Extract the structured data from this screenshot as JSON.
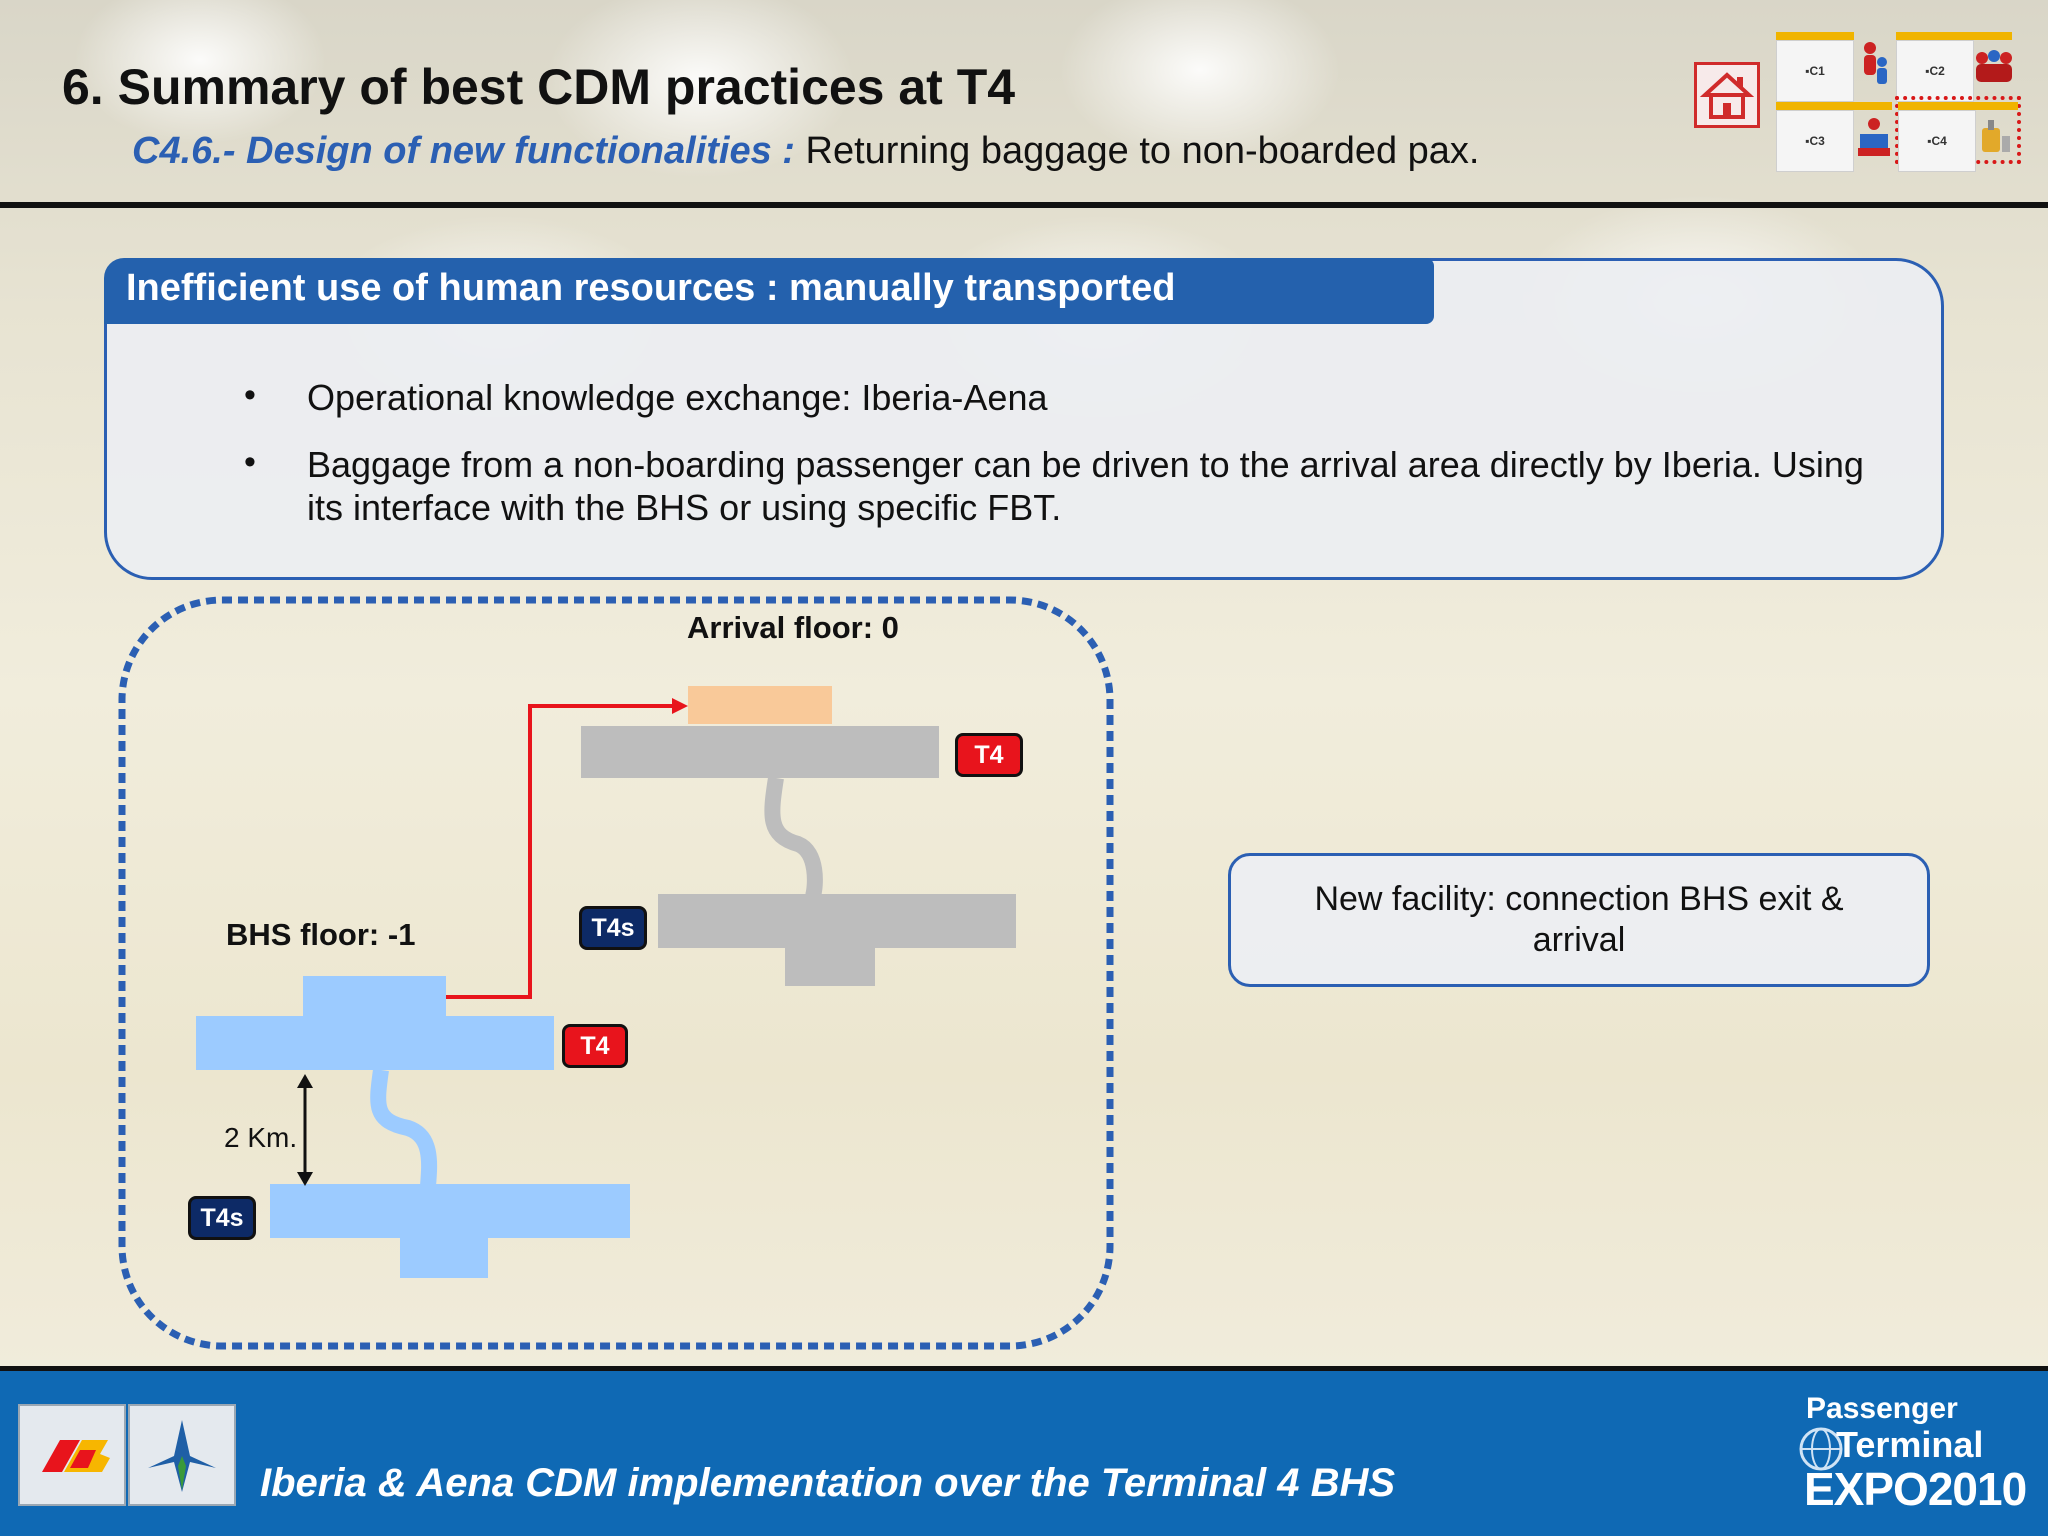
{
  "header": {
    "title": "6.   Summary of best CDM practices at T4",
    "subtitle_strong": "C4.6.- Design of new functionalities :",
    "subtitle_rest": " Returning baggage to non-boarded pax."
  },
  "nav": {
    "thumbnails": [
      {
        "label": "▪C1"
      },
      {
        "label": "▪C2"
      },
      {
        "label": "▪C3"
      },
      {
        "label": "▪C4"
      }
    ]
  },
  "info": {
    "heading": "Inefficient use of human resources : manually transported",
    "bullets": [
      "Operational knowledge exchange: Iberia-Aena",
      "Baggage from a non-boarding passenger can be driven to the arrival area directly by Iberia. Using its interface with the BHS or using specific FBT."
    ],
    "bullet_symbol": "•"
  },
  "diagram": {
    "arrival_label": "Arrival floor: 0",
    "bhs_label": "BHS floor: -1",
    "distance_label": "2 Km.",
    "badge_t4": "T4",
    "badge_t4s": "T4s",
    "colors": {
      "arrival_block": "#bdbdbd",
      "arrival_highlight": "#f9c999",
      "bhs_block": "#9ccbff",
      "route": "#e8141c",
      "frame": "#2b5fb3"
    }
  },
  "facility": {
    "text": "New facility: connection BHS exit & arrival"
  },
  "footer": {
    "text": "Iberia & Aena CDM implementation over the Terminal 4 BHS",
    "expo_line1": "Passenger",
    "expo_line2": "Terminal",
    "expo_line3": "EXPO2010"
  }
}
